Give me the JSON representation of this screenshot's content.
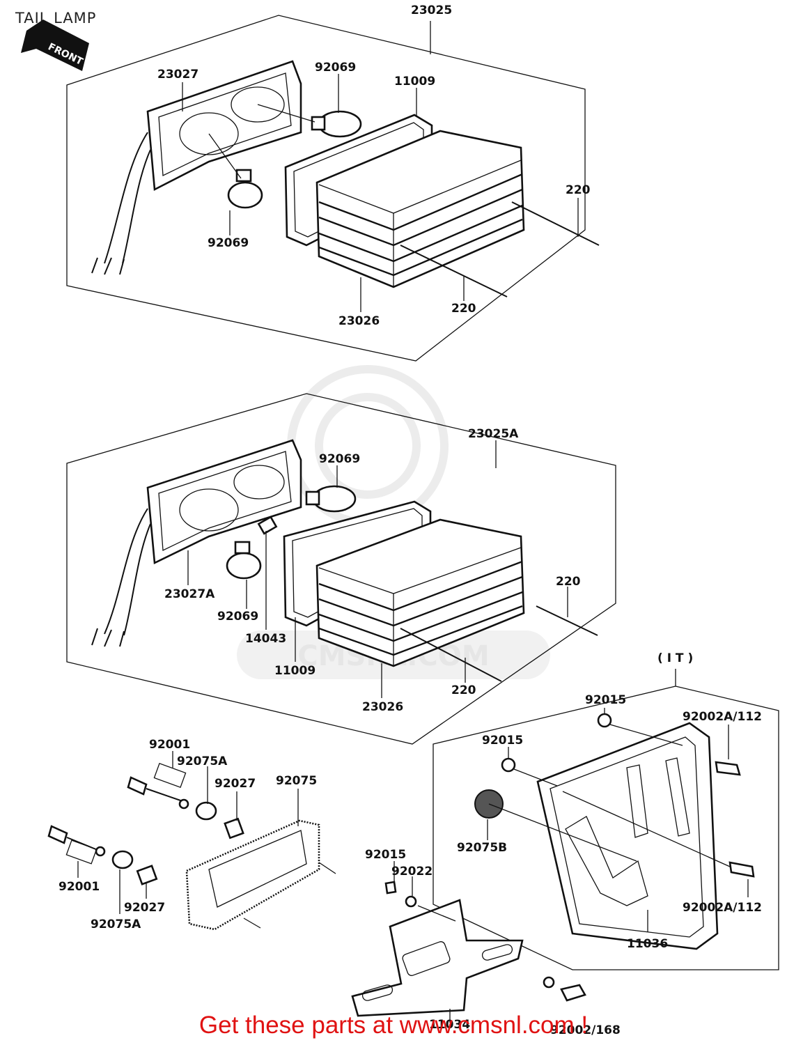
{
  "title": "TAIL LAMP",
  "front_badge": "FRONT",
  "watermark": "CMSNL.COM",
  "footer": "Get these parts at www.cmsnl.com !",
  "labels": {
    "a23025": "23025",
    "a23027": "23027",
    "a92069_top": "92069",
    "a11009": "11009",
    "a220_upper": "220",
    "a92069_left": "92069",
    "a220_lower": "220",
    "a23026": "23026",
    "b23025A": "23025A",
    "b92069_top": "92069",
    "b220_upper": "220",
    "b23027A": "23027A",
    "b92069_bottom": "92069",
    "b14043": "14043",
    "b11009": "11009",
    "b220_lower": "220",
    "b23026": "23026",
    "it_marker": "( I T )",
    "c92015_top": "92015",
    "c92002A_top": "92002A/112",
    "c92015_mid": "92015",
    "c92075B": "92075B",
    "c92002A_bottom": "92002A/112",
    "c11036": "11036",
    "d92001_top": "92001",
    "d92075A_top": "92075A",
    "d92027_top": "92027",
    "d92075": "92075",
    "d92001_bottom": "92001",
    "d92027_bottom": "92027",
    "d92075A_bottom": "92075A",
    "e92015": "92015",
    "e92022": "92022",
    "e11034": "11034",
    "e92002": "92002/168"
  }
}
